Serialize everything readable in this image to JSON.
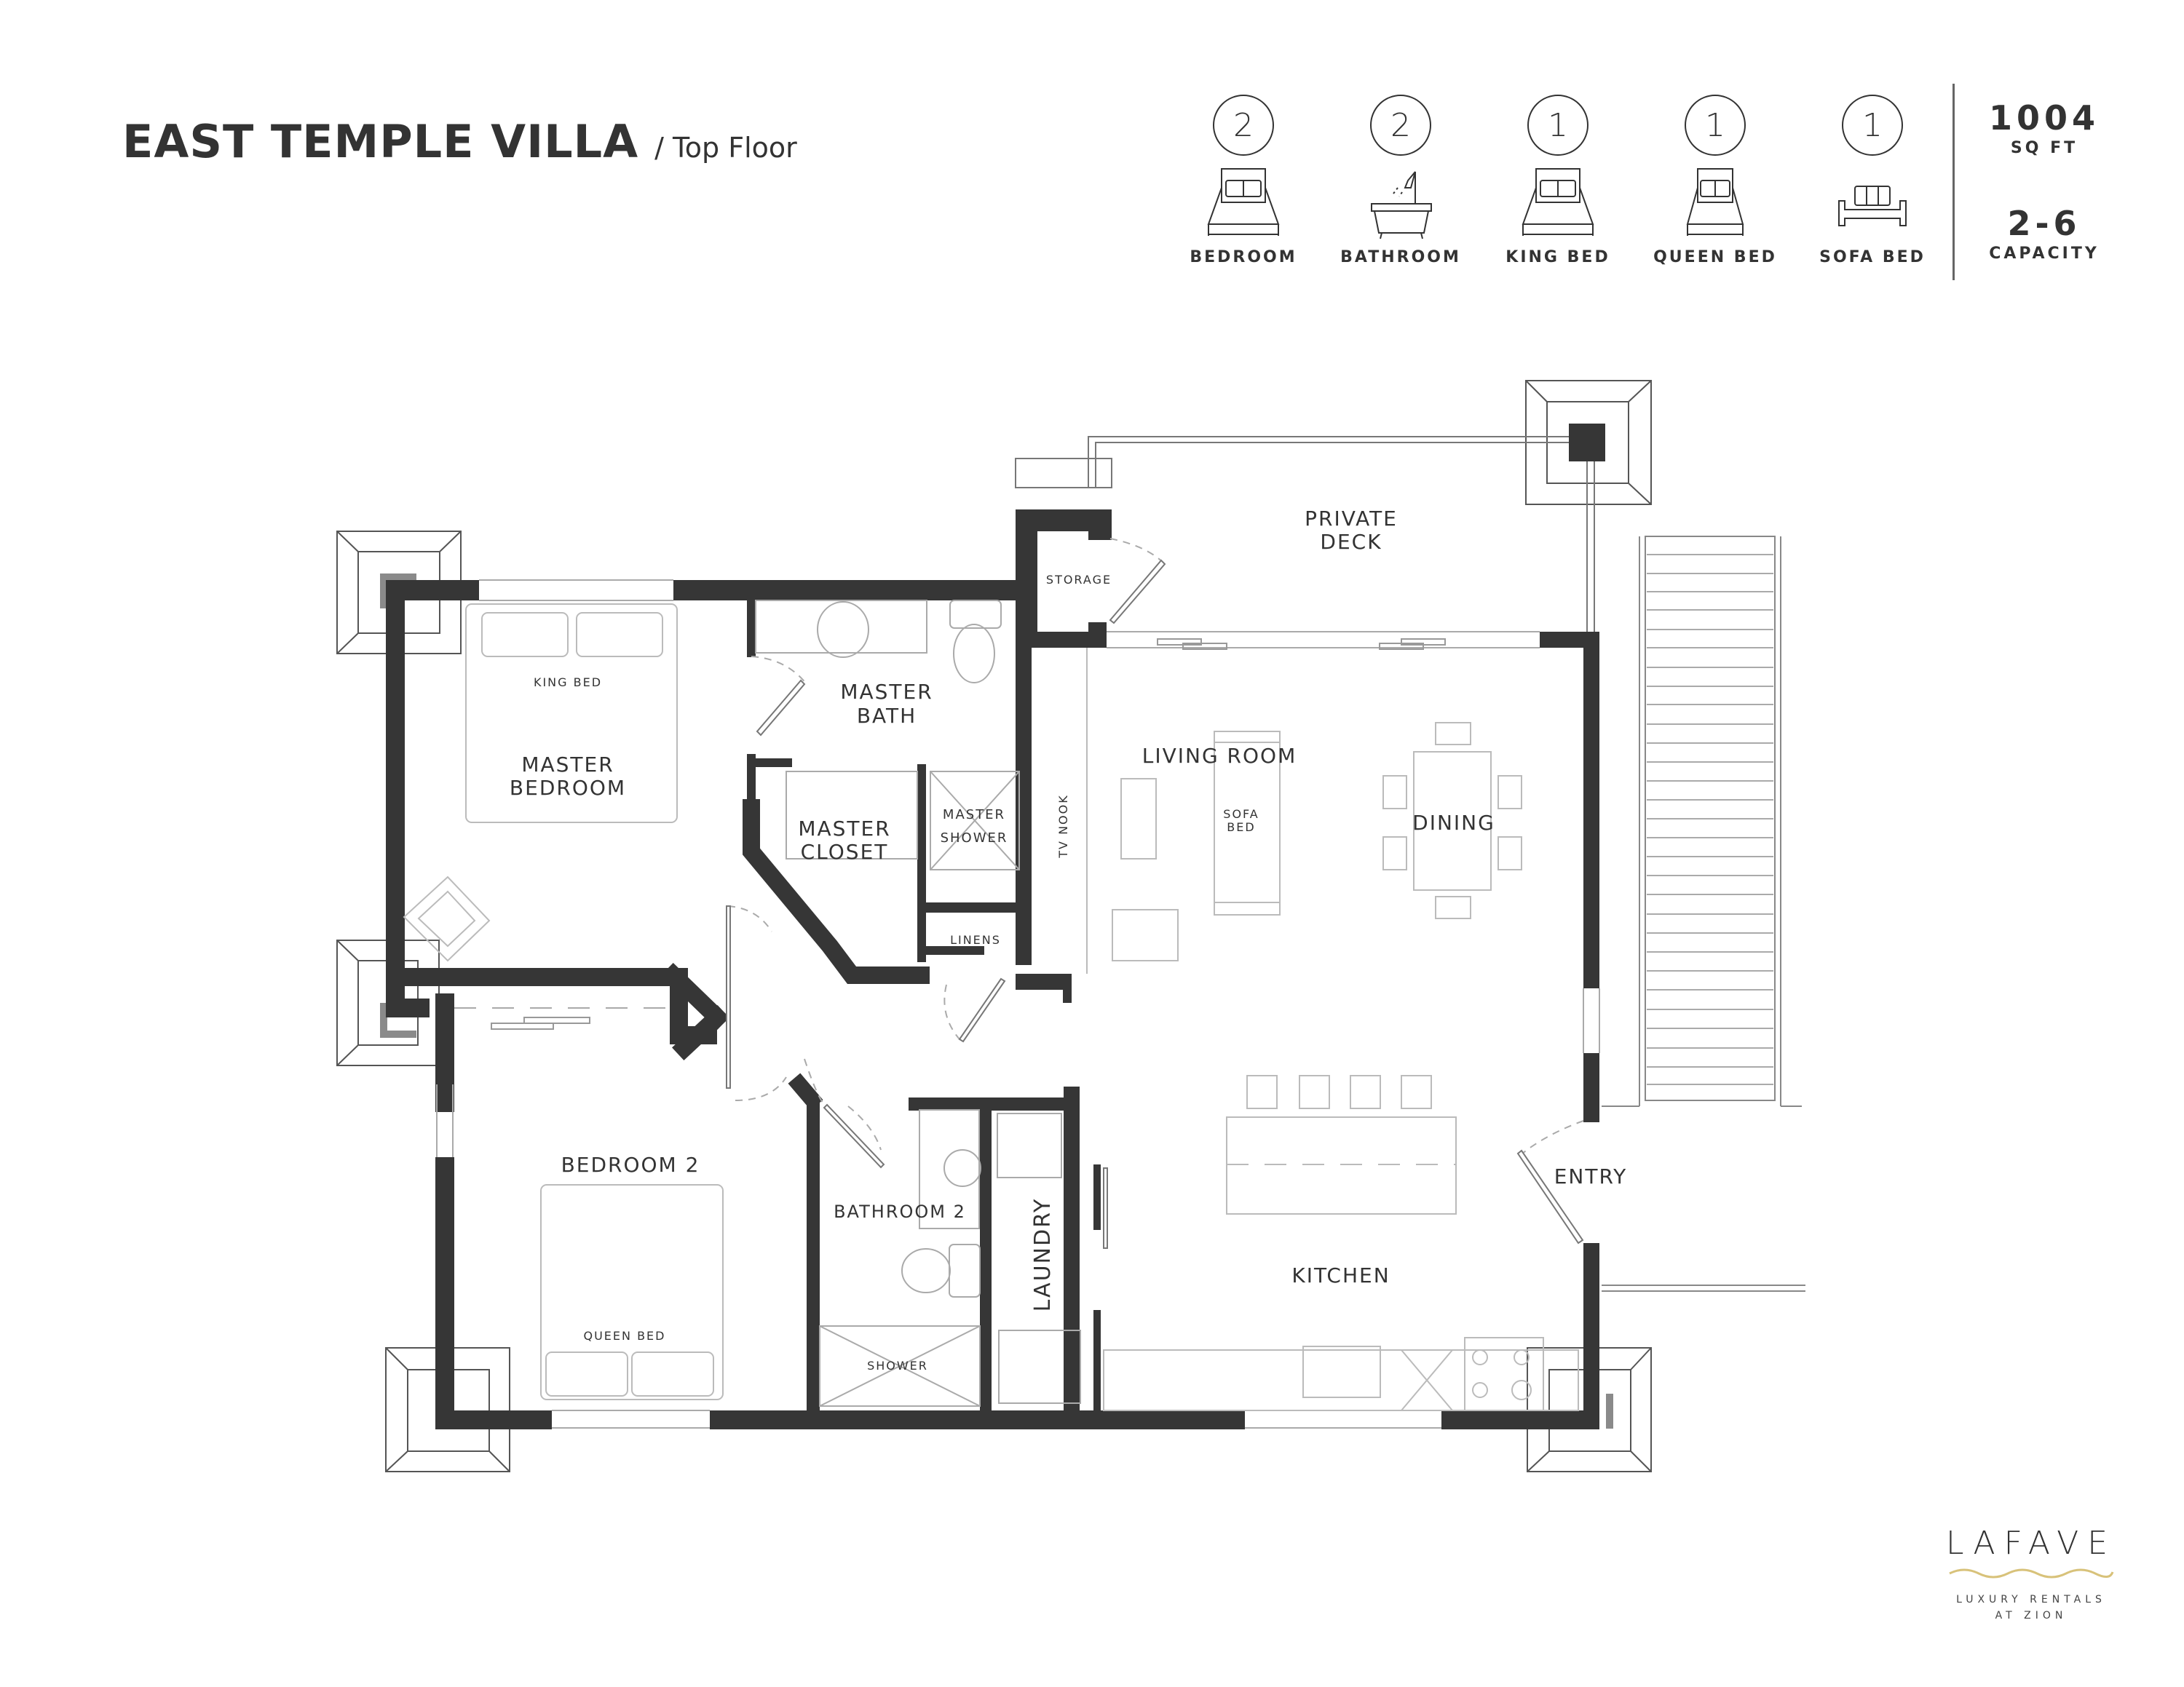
{
  "header": {
    "title": "EAST TEMPLE VILLA",
    "subtitle": "/ Top Floor"
  },
  "stats": [
    {
      "count": "2",
      "label": "BEDROOM",
      "icon": "bed-icon"
    },
    {
      "count": "2",
      "label": "BATHROOM",
      "icon": "bathtub-icon"
    },
    {
      "count": "1",
      "label": "KING BED",
      "icon": "king-bed-icon"
    },
    {
      "count": "1",
      "label": "QUEEN BED",
      "icon": "queen-bed-icon"
    },
    {
      "count": "1",
      "label": "SOFA BED",
      "icon": "sofa-bed-icon"
    }
  ],
  "metrics": {
    "area_value": "1004",
    "area_unit": "SQ FT",
    "capacity_value": "2-6",
    "capacity_label": "CAPACITY"
  },
  "floorplan": {
    "rooms": {
      "master_bedroom_1": "MASTER",
      "master_bedroom_2": "BEDROOM",
      "king_bed": "KING BED",
      "master_bath_1": "MASTER",
      "master_bath_2": "BATH",
      "master_closet_1": "MASTER",
      "master_closet_2": "CLOSET",
      "master_shower_1": "MASTER",
      "master_shower_2": "SHOWER",
      "linens": "LINENS",
      "storage": "STORAGE",
      "private_deck_1": "PRIVATE",
      "private_deck_2": "DECK",
      "tv_nook": "TV NOOK",
      "living_room": "LIVING ROOM",
      "sofa_bed_1": "SOFA",
      "sofa_bed_2": "BED",
      "dining": "DINING",
      "bedroom_2": "BEDROOM 2",
      "queen_bed": "QUEEN BED",
      "bathroom_2": "BATHROOM 2",
      "shower": "SHOWER",
      "laundry": "LAUNDRY",
      "kitchen": "KITCHEN",
      "entry": "ENTRY"
    }
  },
  "colors": {
    "wall": "#363636",
    "line": "#9a9a9a",
    "text": "#333333",
    "logo_wave": "#d8c27a"
  },
  "logo": {
    "brand": "LAFAVE",
    "tagline_1": "LUXURY RENTALS",
    "tagline_2": "AT ZION"
  }
}
